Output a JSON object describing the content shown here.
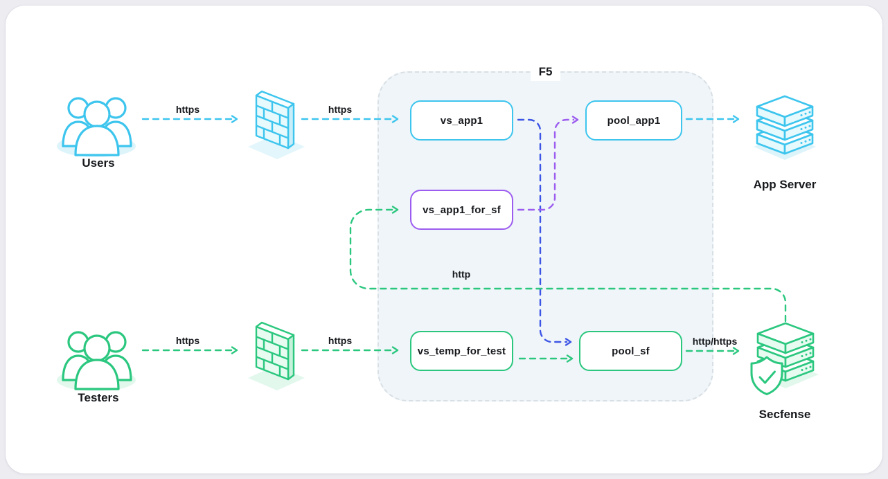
{
  "f5": {
    "label": "F5"
  },
  "nodes": {
    "users": {
      "label": "Users"
    },
    "testers": {
      "label": "Testers"
    },
    "app_server": {
      "label": "App Server"
    },
    "secfense": {
      "label": "Secfense"
    }
  },
  "boxes": {
    "vs_app1": {
      "label": "vs_app1"
    },
    "pool_app1": {
      "label": "pool_app1"
    },
    "vs_app1_for_sf": {
      "label": "vs_app1_for_sf"
    },
    "vs_temp_for_test": {
      "label": "vs_temp_for_test"
    },
    "pool_sf": {
      "label": "pool_sf"
    }
  },
  "edge_labels": {
    "users_to_firewall": "https",
    "firewall_to_vs_app1": "https",
    "testers_to_firewall": "https",
    "firewall_to_vs_temp": "https",
    "pool_sf_to_secfense": "http/https",
    "secfense_return": "http"
  },
  "icons": {
    "users": "users-group-icon",
    "testers": "users-group-icon",
    "firewall_top": "firewall-icon",
    "firewall_bottom": "firewall-icon",
    "app_server": "server-stack-icon",
    "secfense": "shield-server-icon"
  },
  "colors": {
    "cyan": "#3dc5ee",
    "green": "#2bc77f",
    "purple": "#9c5cf0",
    "blue": "#3d55e6",
    "text": "#16181c",
    "f5_fill": "#eff5f8",
    "f5_border": "#d8dfe5"
  }
}
